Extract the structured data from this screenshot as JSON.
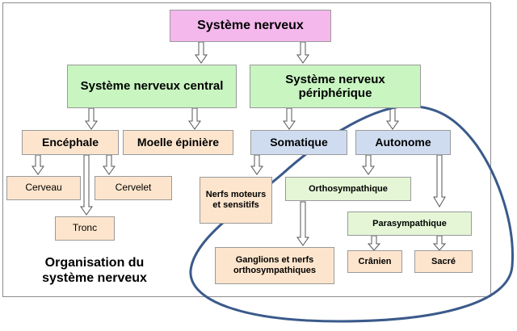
{
  "nodes": {
    "root": "Système nerveux",
    "central": "Système nerveux central",
    "peripheral": "Système nerveux périphérique",
    "encephale": "Encéphale",
    "moelle": "Moelle épinière",
    "somatique": "Somatique",
    "autonome": "Autonome",
    "cerveau": "Cerveau",
    "cervelet": "Cervelet",
    "tronc": "Tronc",
    "nerfs": "Nerfs moteurs et sensitifs",
    "ortho": "Orthosympathique",
    "ganglions": "Ganglions et nerfs orthosympathiques",
    "para": "Parasympathique",
    "cranien": "Crânien",
    "sacre": "Sacré"
  },
  "caption": "Organisation du système nerveux",
  "colors": {
    "root": "#f4b8ec",
    "level1": "#c8f5c0",
    "central_children": "#fde5cd",
    "peripheral_children": "#cfdcf0",
    "autonomic_children": "#e4f6d6",
    "highlight_ellipse": "#3a5a8a"
  }
}
